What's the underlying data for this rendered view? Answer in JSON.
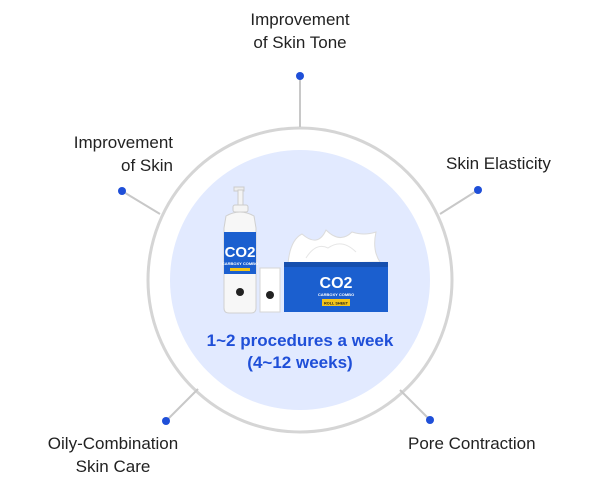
{
  "colors": {
    "accent": "#1f4fd8",
    "ring": "#d5d5d5",
    "inner_fill": "#e2eaff",
    "connector": "#c8c8c8",
    "product_blue": "#1b5fcf",
    "product_yellow": "#f5c518"
  },
  "benefits": [
    {
      "lines": [
        "Improvement",
        "of Skin Tone"
      ]
    },
    {
      "lines": [
        "Skin Elasticity"
      ]
    },
    {
      "lines": [
        "Pore Contraction"
      ]
    },
    {
      "lines": [
        "Oily-Combination",
        "Skin Care"
      ]
    },
    {
      "lines": [
        "Improvement",
        "of Skin"
      ]
    }
  ],
  "product": {
    "bottle_brand": "CO2",
    "bottle_sub": "CARBOXY COMBO",
    "box_brand": "CO2",
    "box_sub": "CARBOXY COMBO",
    "box_badge": "ROLL SHEET"
  },
  "usage": {
    "lines": [
      "1~2 procedures a week",
      "(4~12 weeks)"
    ]
  }
}
